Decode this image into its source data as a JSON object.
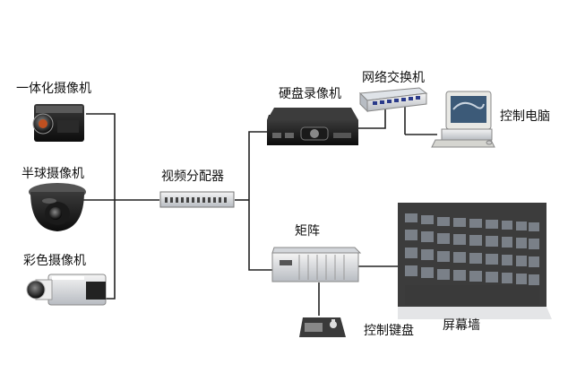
{
  "labels": {
    "box_camera": "一体化摄像机",
    "dome_camera": "半球摄像机",
    "color_camera": "彩色摄像机",
    "video_splitter": "视频分配器",
    "dvr": "硬盘录像机",
    "network_switch": "网络交换机",
    "control_pc": "控制电脑",
    "matrix": "矩阵",
    "control_keyboard": "控制键盘",
    "video_wall": "屏幕墙"
  }
}
